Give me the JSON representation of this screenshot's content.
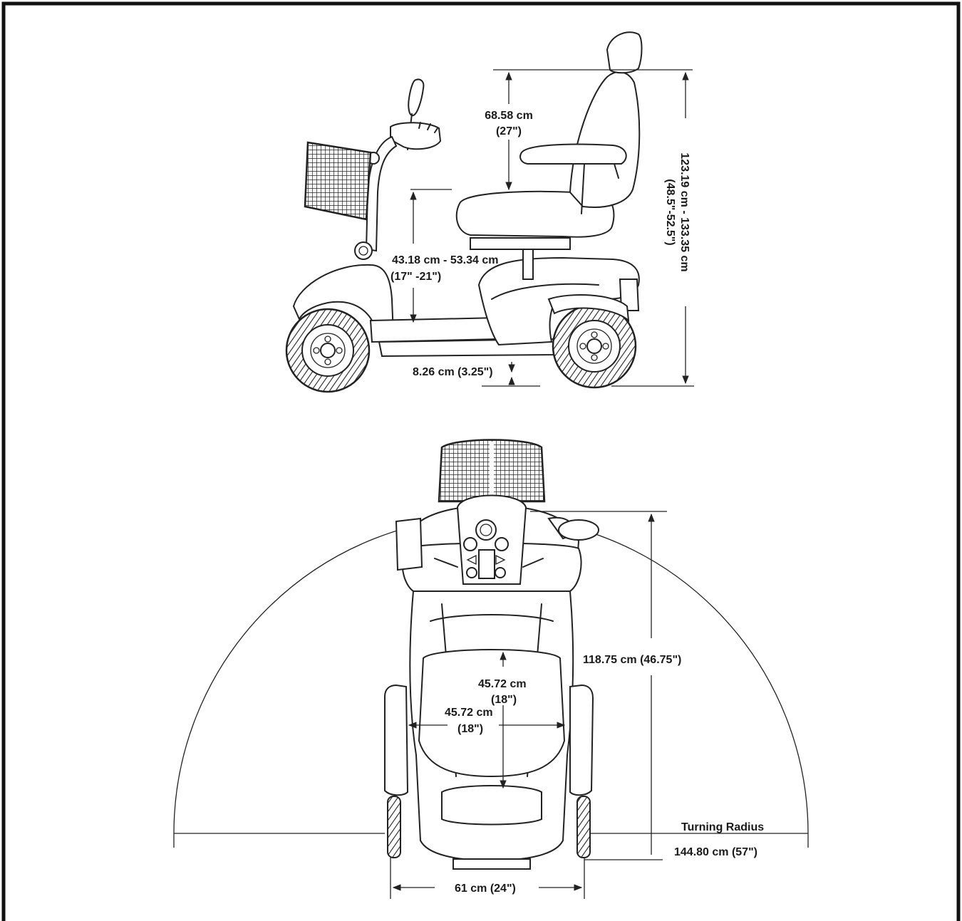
{
  "side_view": {
    "backrest_height": {
      "line1": "68.58 cm",
      "line2": "(27\")"
    },
    "seat_height": {
      "line1": "43.18 cm - 53.34 cm",
      "line2": "(17\" -21\")"
    },
    "ground_clearance": "8.26 cm (3.25\")",
    "overall_height": {
      "line1": "123.19 cm - 133.35 cm",
      "line2": "(48.5\"-52.5\")"
    }
  },
  "top_view": {
    "overall_length": "118.75 cm (46.75\")",
    "seat_depth": {
      "line1": "45.72 cm",
      "line2": "(18\")"
    },
    "seat_width": {
      "line1": "45.72 cm",
      "line2": "(18\")"
    },
    "turning_radius_label": "Turning Radius",
    "turning_radius_value": "144.80 cm (57\")",
    "overall_width": "61 cm (24\")"
  },
  "colors": {
    "ink": "#222222",
    "background": "#ffffff"
  }
}
